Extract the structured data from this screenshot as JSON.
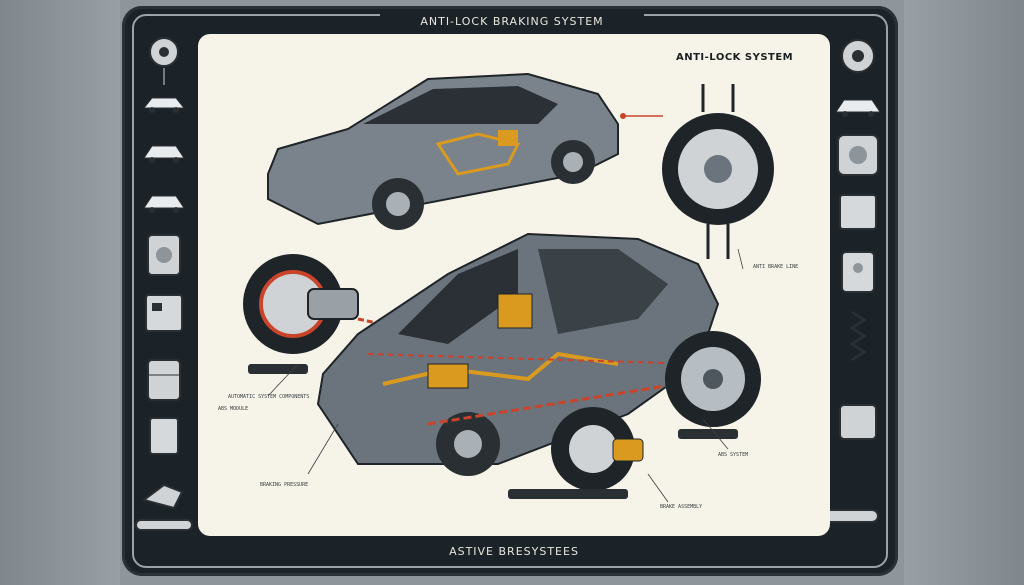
{
  "frame": {
    "top_title": "ANTI-LOCK BRAKING SYSTEM",
    "bottom_title": "ASTIVE BRESYSTEES"
  },
  "panel": {
    "title": "ANTI-LOCK SYSTEM",
    "captions": [
      "AUTOMATIC SYSTEM COMPONENTS",
      "BRAKING PRESSURE",
      "ANTI BRAKE LINE",
      "ABS SYSTEM",
      "BRAKE ASSEMBLY",
      "ABS MODULE"
    ]
  },
  "icons": {
    "left": [
      "brake-caliper-icon",
      "car-icon",
      "car-icon",
      "car-icon",
      "brake-disc-icon",
      "caliper-icon",
      "hydraulic-unit-icon",
      "sensor-icon",
      "brake-pedal-icon",
      "brake-line-icon"
    ],
    "right": [
      "brake-disc-icon",
      "car-icon",
      "brake-assembly-icon",
      "caliper-icon",
      "abs-module-icon",
      "suspension-icon",
      "hydraulic-unit-icon",
      "brake-line-icon"
    ]
  },
  "colors": {
    "frame": "#1c2328",
    "panel": "#f6f3e8",
    "car_body": "#6b747c",
    "accent_orange": "#d99a1f",
    "accent_red": "#c8452c"
  }
}
